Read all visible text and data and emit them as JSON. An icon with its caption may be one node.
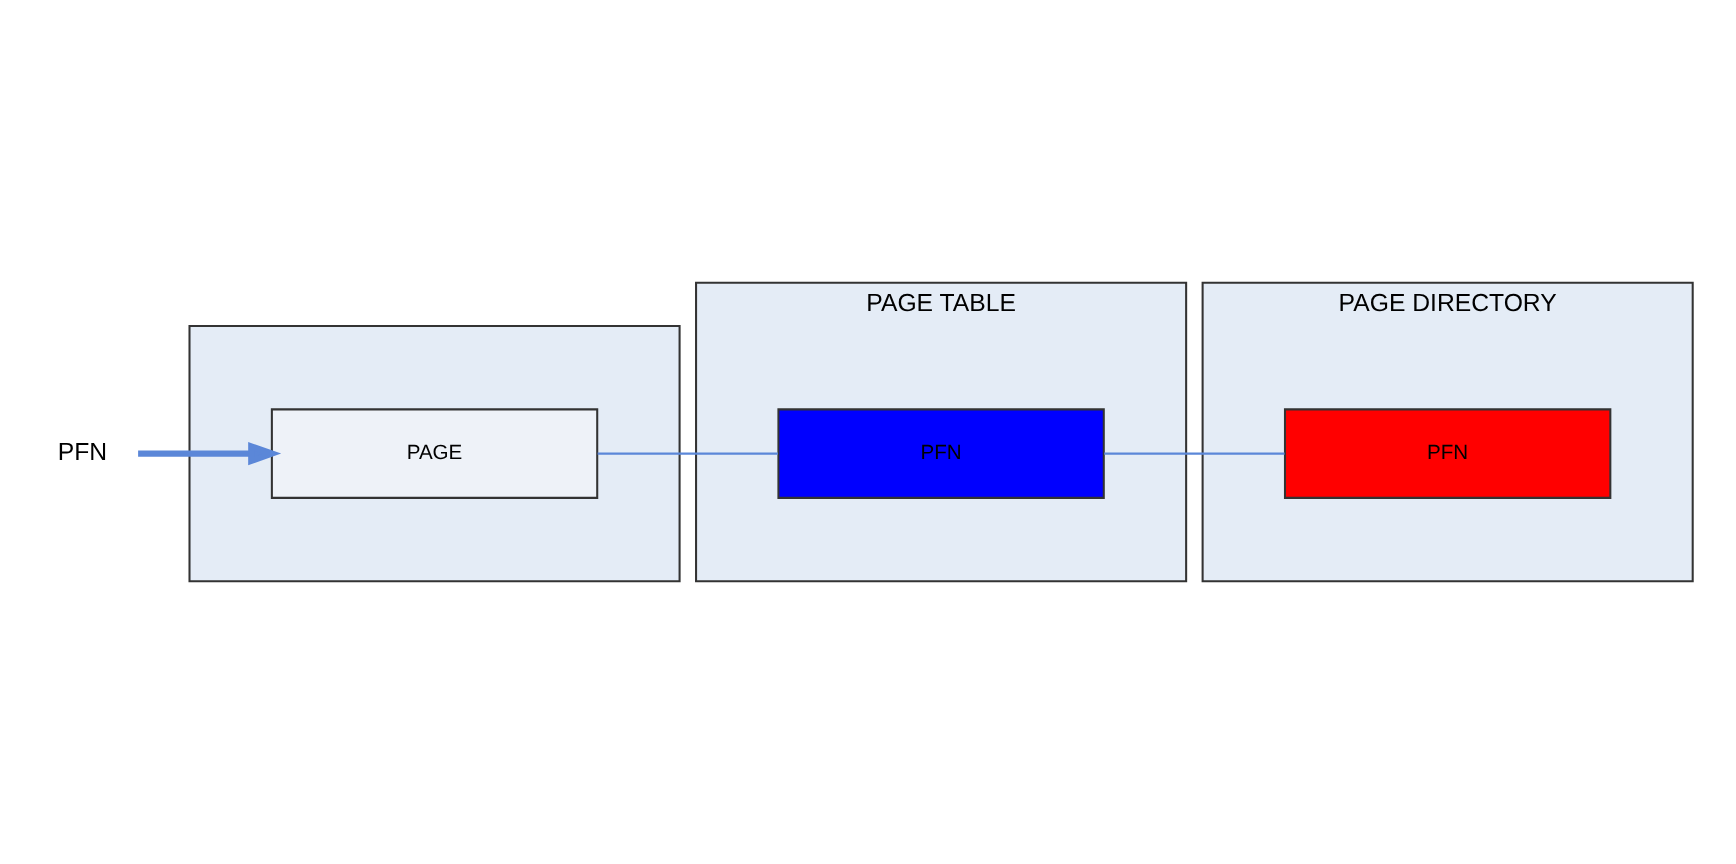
{
  "diagram": {
    "nodes": [
      {
        "text": [],
        "shape": "box"
      },
      {
        "text": [
          "PAGE"
        ],
        "in": 0
      },
      {
        "text": [
          "PAGE TABLE"
        ]
      },
      {
        "text": [
          "PFN"
        ],
        "in": 2
      },
      {
        "text": [
          "PAGE DIRECTORY"
        ]
      },
      {
        "text": [
          "PFN"
        ],
        "in": 4
      },
      {
        "text": [
          "PFN"
        ]
      }
    ],
    "edges": [
      {
        "from": 6,
        "to": 1,
        "arrow": "to",
        "style": "thick"
      },
      {
        "from": 1,
        "to": 3,
        "arrow": "none"
      },
      {
        "from": 3,
        "to": 5,
        "arrow": "none"
      }
    ]
  }
}
